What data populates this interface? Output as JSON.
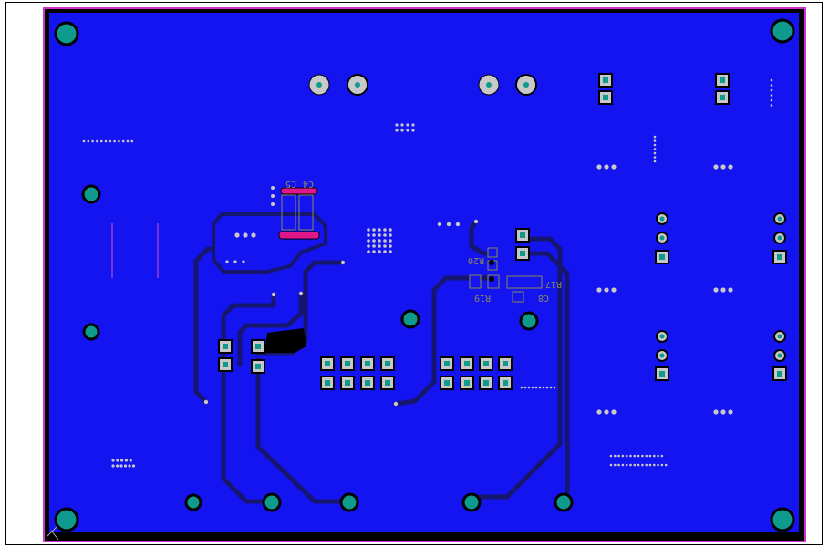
{
  "board": {
    "name": "PCB bottom layer view",
    "colors": {
      "page_background": "#ffffff",
      "board_fill": "#1414f0",
      "board_edge": "#000000",
      "outline": "#cc33cc",
      "pad_teal": "#0e9a8c",
      "pad_ring": "#000000",
      "via": "#c8c8c8",
      "trace_dark": "#16166e",
      "silkscreen": "#8a8a55",
      "magenta_pad": "#e0178a"
    },
    "silkscreen_labels": {
      "c4": "C4",
      "c5": "C5",
      "r20": "R20",
      "r19": "R19",
      "c8": "C8",
      "r17": "R17"
    }
  }
}
